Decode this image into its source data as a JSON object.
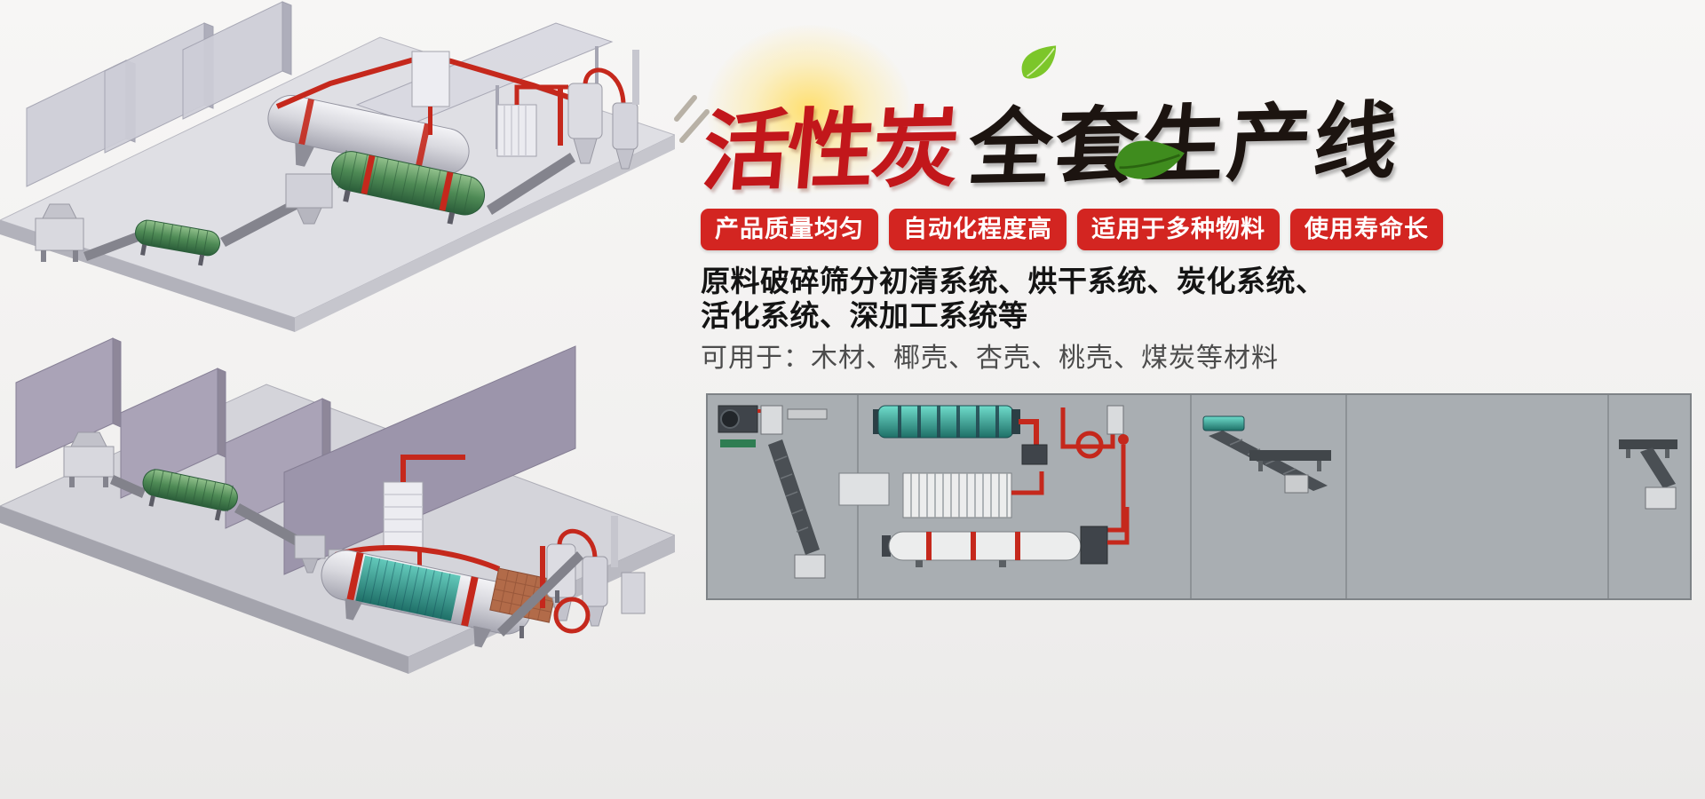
{
  "hero": {
    "title_red": "活性炭",
    "title_black": "全套生产线",
    "badges": [
      "产品质量均匀",
      "自动化程度高",
      "适用于多种物料",
      "使用寿命长"
    ],
    "description_line1": "原料破碎筛分初清系统、烘干系统、炭化系统、",
    "description_line2": "活化系统、深加工系统等",
    "materials_line": "可用于：木材、椰壳、杏壳、桃壳、煤炭等材料"
  },
  "colors": {
    "title_red": "#c2171b",
    "title_black": "#1c1410",
    "badge_background": "#d32521",
    "badge_text": "#ffffff",
    "description_text": "#141414",
    "materials_text": "#4c4c4c",
    "leaf_green_light": "#7cc62a",
    "leaf_green_dark": "#3f8c1e",
    "pipe_red": "#c5281c",
    "page_background": "#f2f1f0",
    "panel_background": "#a9aeb2"
  },
  "illustrations": {
    "top_render": "production-line-3d-render-top",
    "bottom_render": "production-line-3d-render-bottom",
    "layout_panel": "production-line-layout-diagram",
    "leaf_icon": "green-leaf-icon",
    "glow": "light-burst-glow",
    "speed_lines": "speed-lines-icon"
  }
}
